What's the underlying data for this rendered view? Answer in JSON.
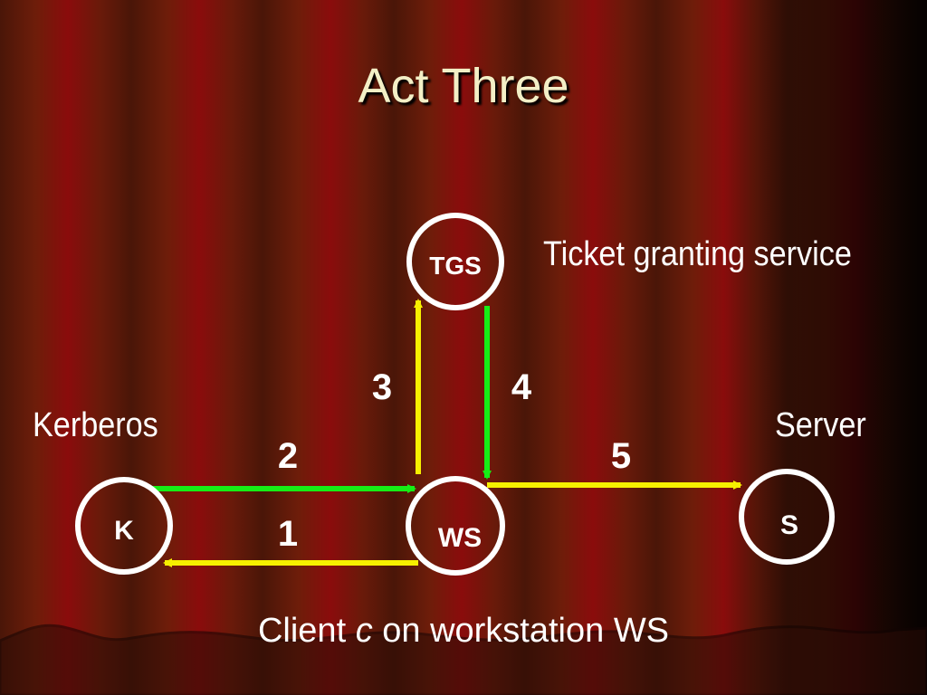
{
  "title": "Act Three",
  "nodes": {
    "k": "K",
    "ws": "WS",
    "tgs": "TGS",
    "s": "S"
  },
  "labels": {
    "kerberos": "Kerberos",
    "server": "Server",
    "tgs_desc": "Ticket granting service"
  },
  "caption": {
    "prefix": "Client ",
    "var": "c",
    "suffix": " on workstation WS"
  },
  "steps": [
    "1",
    "2",
    "3",
    "4",
    "5"
  ],
  "colors": {
    "node_stroke": "#ffffff",
    "green_arrow": "#16ee16",
    "yellow_arrow": "#f6f000",
    "title_text": "#f3efc6"
  }
}
